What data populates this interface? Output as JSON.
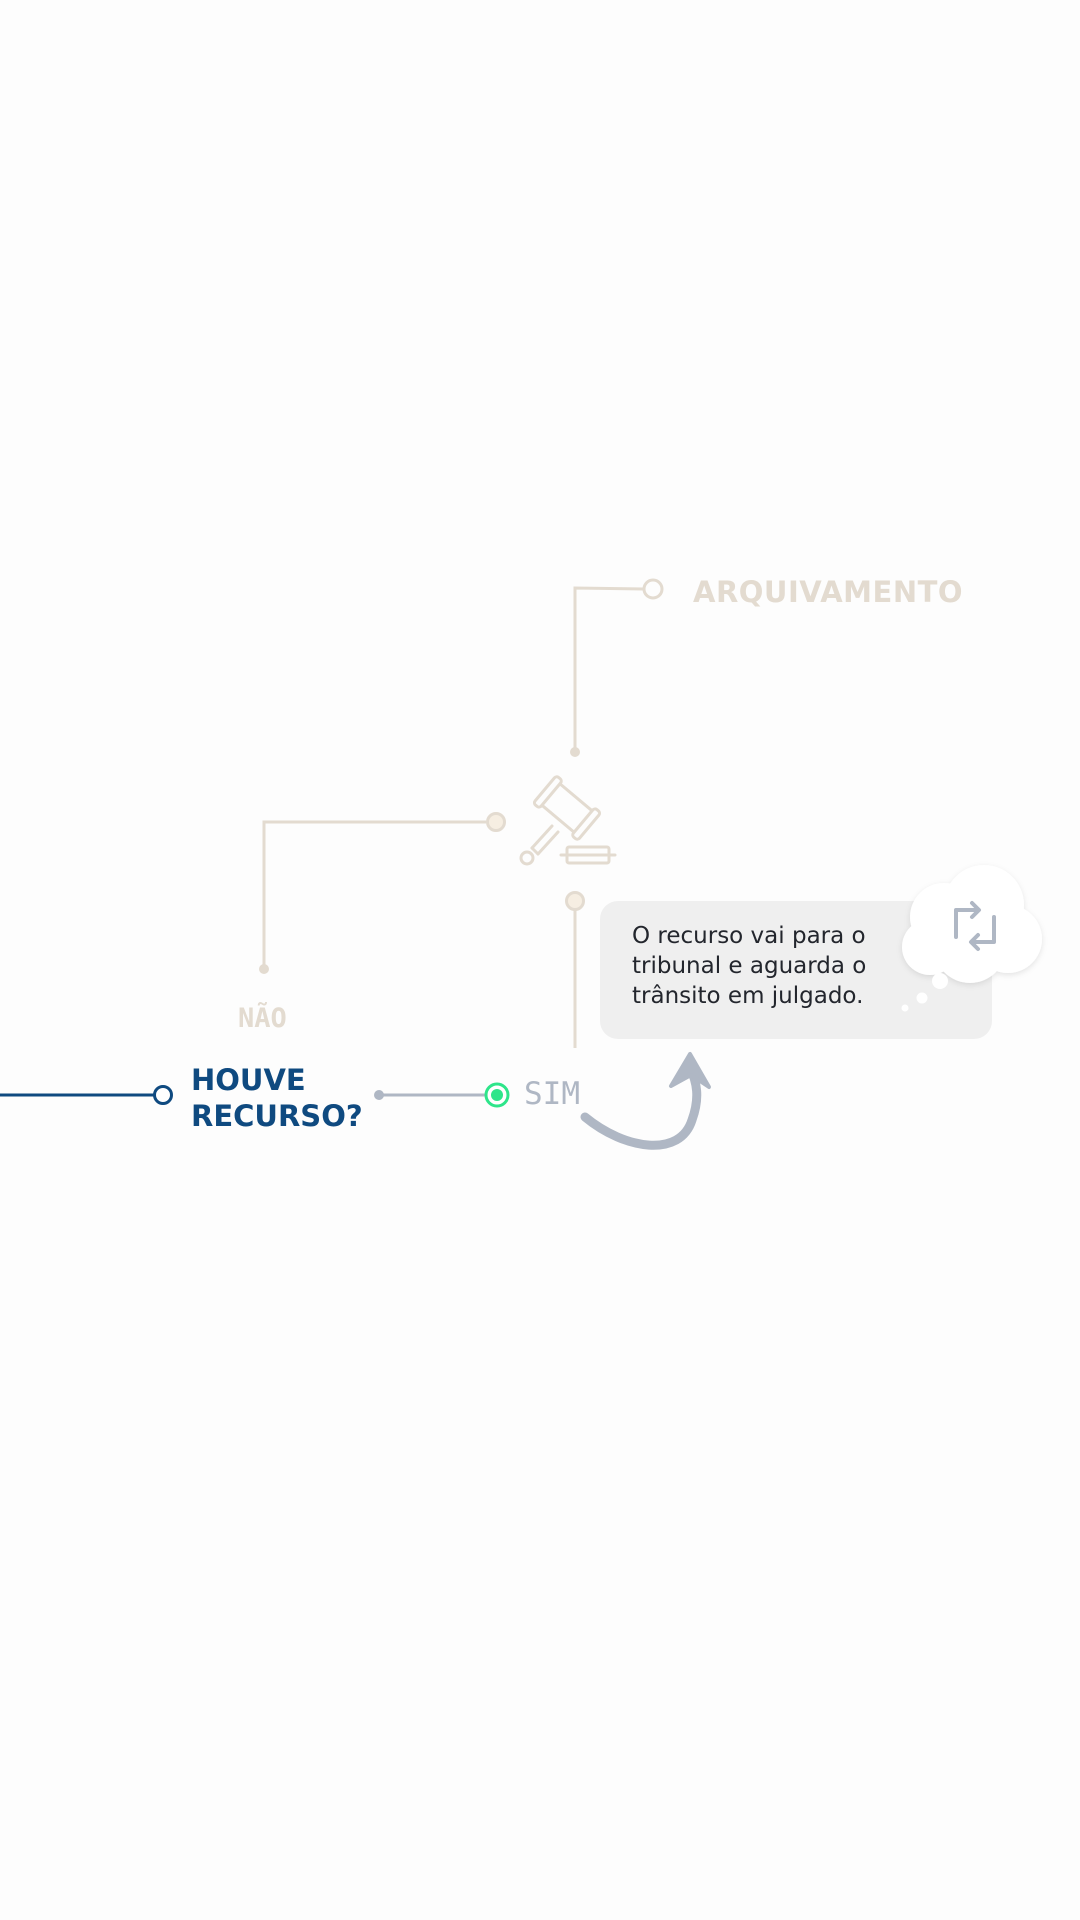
{
  "diagram": {
    "question": {
      "line1": "HOUVE",
      "line2": "RECURSO?"
    },
    "branch_yes": "SIM",
    "branch_no": "NÃO",
    "outcome_archive": "ARQUIVAMENTO",
    "tooltip": {
      "text": "O recurso vai para o tribunal e aguarda o trânsito em julgado."
    },
    "icons": {
      "judge": "gavel-icon",
      "tooltip_badge": "swap-arrows-cloud-icon",
      "pointer": "curved-arrow-icon"
    },
    "colors": {
      "active": "#0f4a80",
      "inactive_beige": "#e3dbd0",
      "muted_gray": "#afb7c4",
      "selected_green": "#2ee58a",
      "tooltip_bg": "#efefef",
      "tooltip_text": "#23262d"
    }
  }
}
